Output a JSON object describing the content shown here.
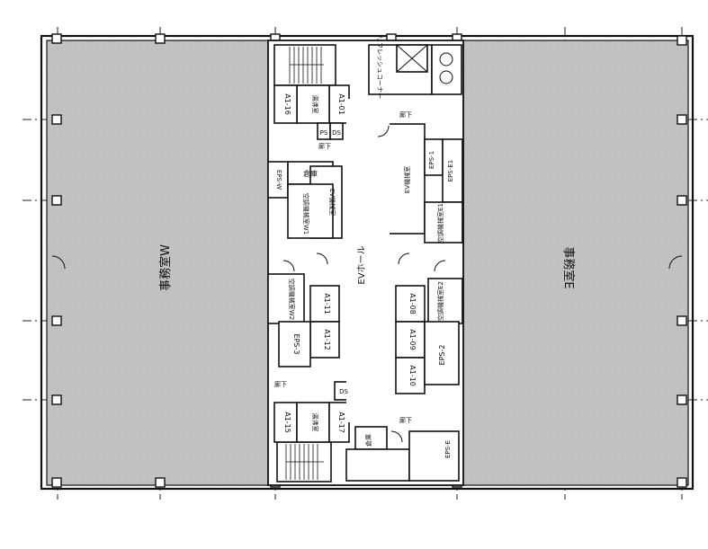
{
  "rooms": {
    "office_west": "事務室W",
    "office_east": "事務室E",
    "ev_hall": "EVホール",
    "refresh_corner": "リフレッシュコーナー",
    "ev_machine_w": "EV機械室",
    "ev_machine_e": "EV機械室",
    "storage_w": "倉庫",
    "storage_s": "倉庫",
    "ac_w1": "空調機械室W1",
    "ac_w2": "空調機械室W2",
    "ac_e1": "空調機械室E1",
    "ac_e2": "空調機械室E2",
    "eps_1": "EPS-1",
    "eps_2": "EPS-2",
    "eps_3": "EPS-3",
    "eps_w": "EPS-W",
    "eps_e": "EPS-E",
    "eps_e1": "EPS-E1",
    "ps": "PS",
    "ds": "DS",
    "ws_n": "湯沸室",
    "ws_s": "湯沸室",
    "corridor_1": "廊下",
    "corridor_2": "廊下",
    "corridor_3": "廊下",
    "corridor_4": "廊下",
    "a1_01": "A1-01",
    "a1_08": "A1-08",
    "a1_09": "A1-09",
    "a1_10": "A1-10",
    "a1_11": "A1-11",
    "a1_12": "A1-12",
    "a1_15": "A1-15",
    "a1_16": "A1-16",
    "a1_17": "A1-17"
  }
}
